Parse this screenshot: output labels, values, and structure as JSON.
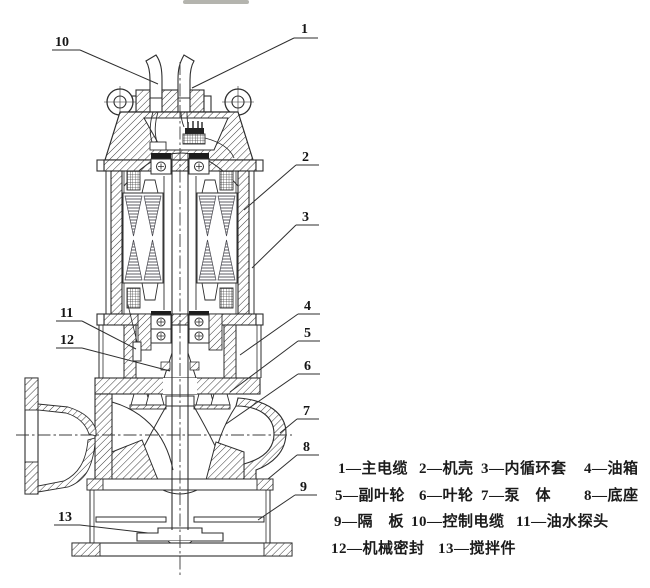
{
  "colors": {
    "paper": "#ffffff",
    "ink": "#2e2e2e",
    "text": "#1b1b1b"
  },
  "callouts": {
    "n1": "1",
    "n2": "2",
    "n3": "3",
    "n4": "4",
    "n5": "5",
    "n6": "6",
    "n7": "7",
    "n8": "8",
    "n9": "9",
    "n10": "10",
    "n11": "11",
    "n12": "12",
    "n13": "13"
  },
  "legend": {
    "l1": "1—主电缆",
    "l2": "2—机壳",
    "l3": "3—内循环套",
    "l4": "4—油箱",
    "l5": "5—副叶轮",
    "l6": "6—叶轮",
    "l7": "7—泵　体",
    "l8": "8—底座",
    "l9": "9—隔　板",
    "l10": "10—控制电缆",
    "l11": "11—油水探头",
    "l12": "12—机械密封",
    "l13": "13—搅拌件"
  }
}
